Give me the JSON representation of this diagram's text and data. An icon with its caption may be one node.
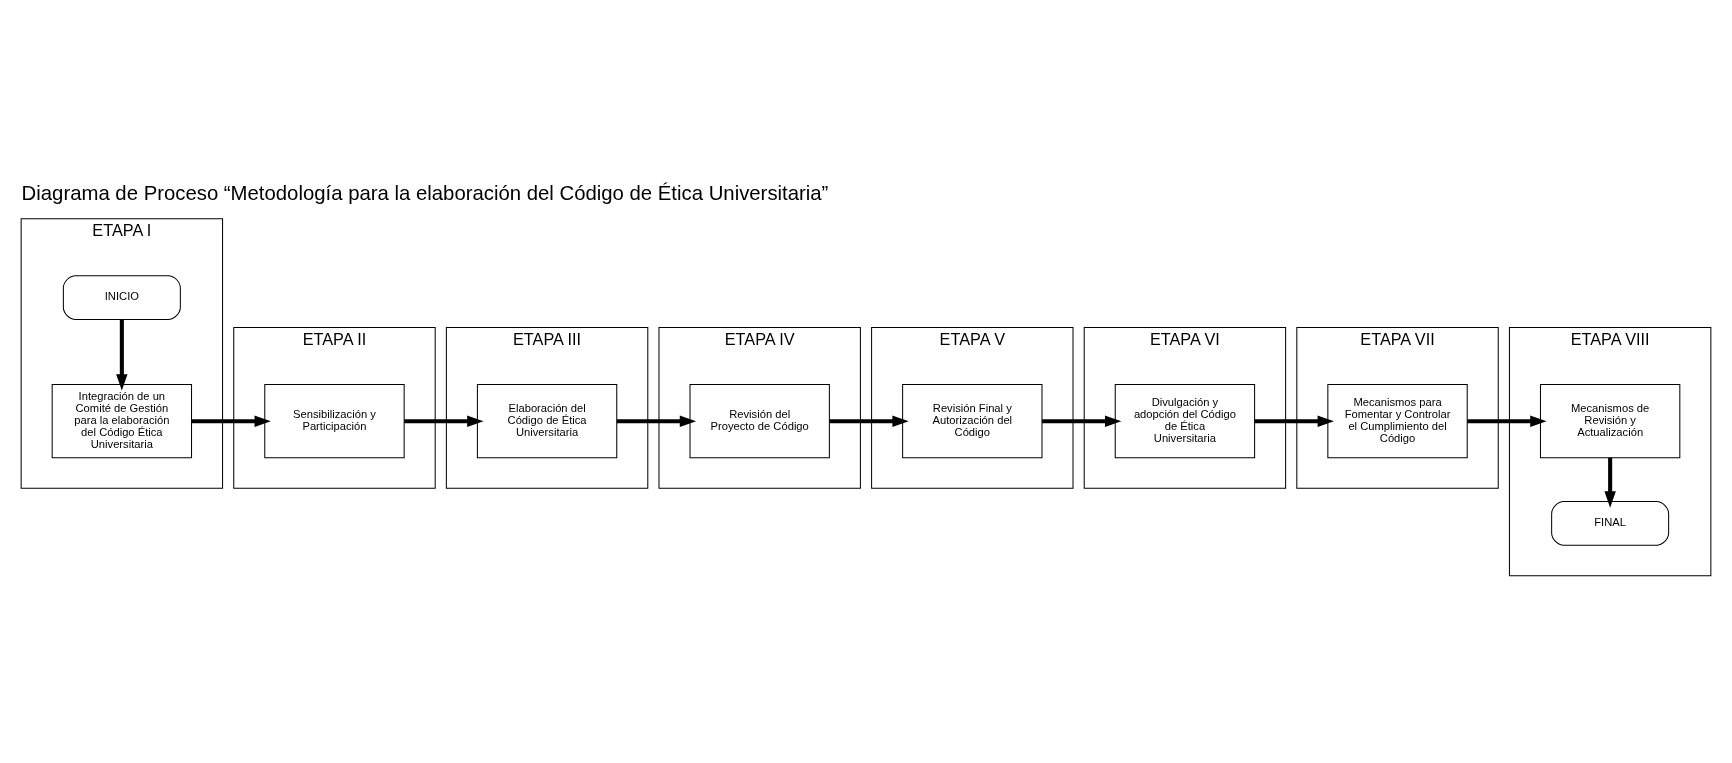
{
  "diagram": {
    "title": "Diagrama de Proceso “Metodología para la elaboración del Código de Ética Universitaria”",
    "nodes": [
      {
        "text": [
          "ETAPA I"
        ]
      },
      {
        "text": [
          "INICIO"
        ],
        "in": 0
      },
      {
        "text": [
          "Integración de un Comité de Gestión para la elaboración del Código Ética Universitaria"
        ],
        "in": 0
      },
      {
        "text": [
          "ETAPA II"
        ]
      },
      {
        "text": [
          "Sensibilización y Participación"
        ],
        "in": 3
      },
      {
        "text": [
          "ETAPA III"
        ]
      },
      {
        "text": [
          "Elaboración del Código de Ética Universitaria"
        ],
        "in": 5
      },
      {
        "text": [
          "ETAPA IV"
        ]
      },
      {
        "text": [
          "Revisión del Proyecto de Código"
        ],
        "in": 7
      },
      {
        "text": [
          "ETAPA V"
        ]
      },
      {
        "text": [
          "Revisión Final y Autorización del Código"
        ],
        "in": 9
      },
      {
        "text": [
          "ETAPA VI"
        ]
      },
      {
        "text": [
          "Divulgación y adopción del Código de Ética Universitaria"
        ],
        "in": 11
      },
      {
        "text": [
          "ETAPA VII"
        ]
      },
      {
        "text": [
          "Mecanismos para Fomentar y Controlar el Cumplimiento del Código"
        ],
        "in": 13
      },
      {
        "text": [
          "ETAPA VIII"
        ]
      },
      {
        "text": [
          "Mecanismos de Revisión y Actualización"
        ],
        "in": 15
      },
      {
        "text": [
          "FINAL"
        ],
        "in": 15
      }
    ],
    "edges": [
      {
        "from": 1,
        "to": 2,
        "arrow": "to"
      },
      {
        "from": 2,
        "to": 4,
        "arrow": "to"
      },
      {
        "from": 4,
        "to": 6,
        "arrow": "to"
      },
      {
        "from": 6,
        "to": 8,
        "arrow": "to"
      },
      {
        "from": 8,
        "to": 10,
        "arrow": "to"
      },
      {
        "from": 10,
        "to": 12,
        "arrow": "to"
      },
      {
        "from": 12,
        "to": 14,
        "arrow": "to"
      },
      {
        "from": 14,
        "to": 16,
        "arrow": "to"
      },
      {
        "from": 16,
        "to": 17,
        "arrow": "to"
      }
    ]
  }
}
